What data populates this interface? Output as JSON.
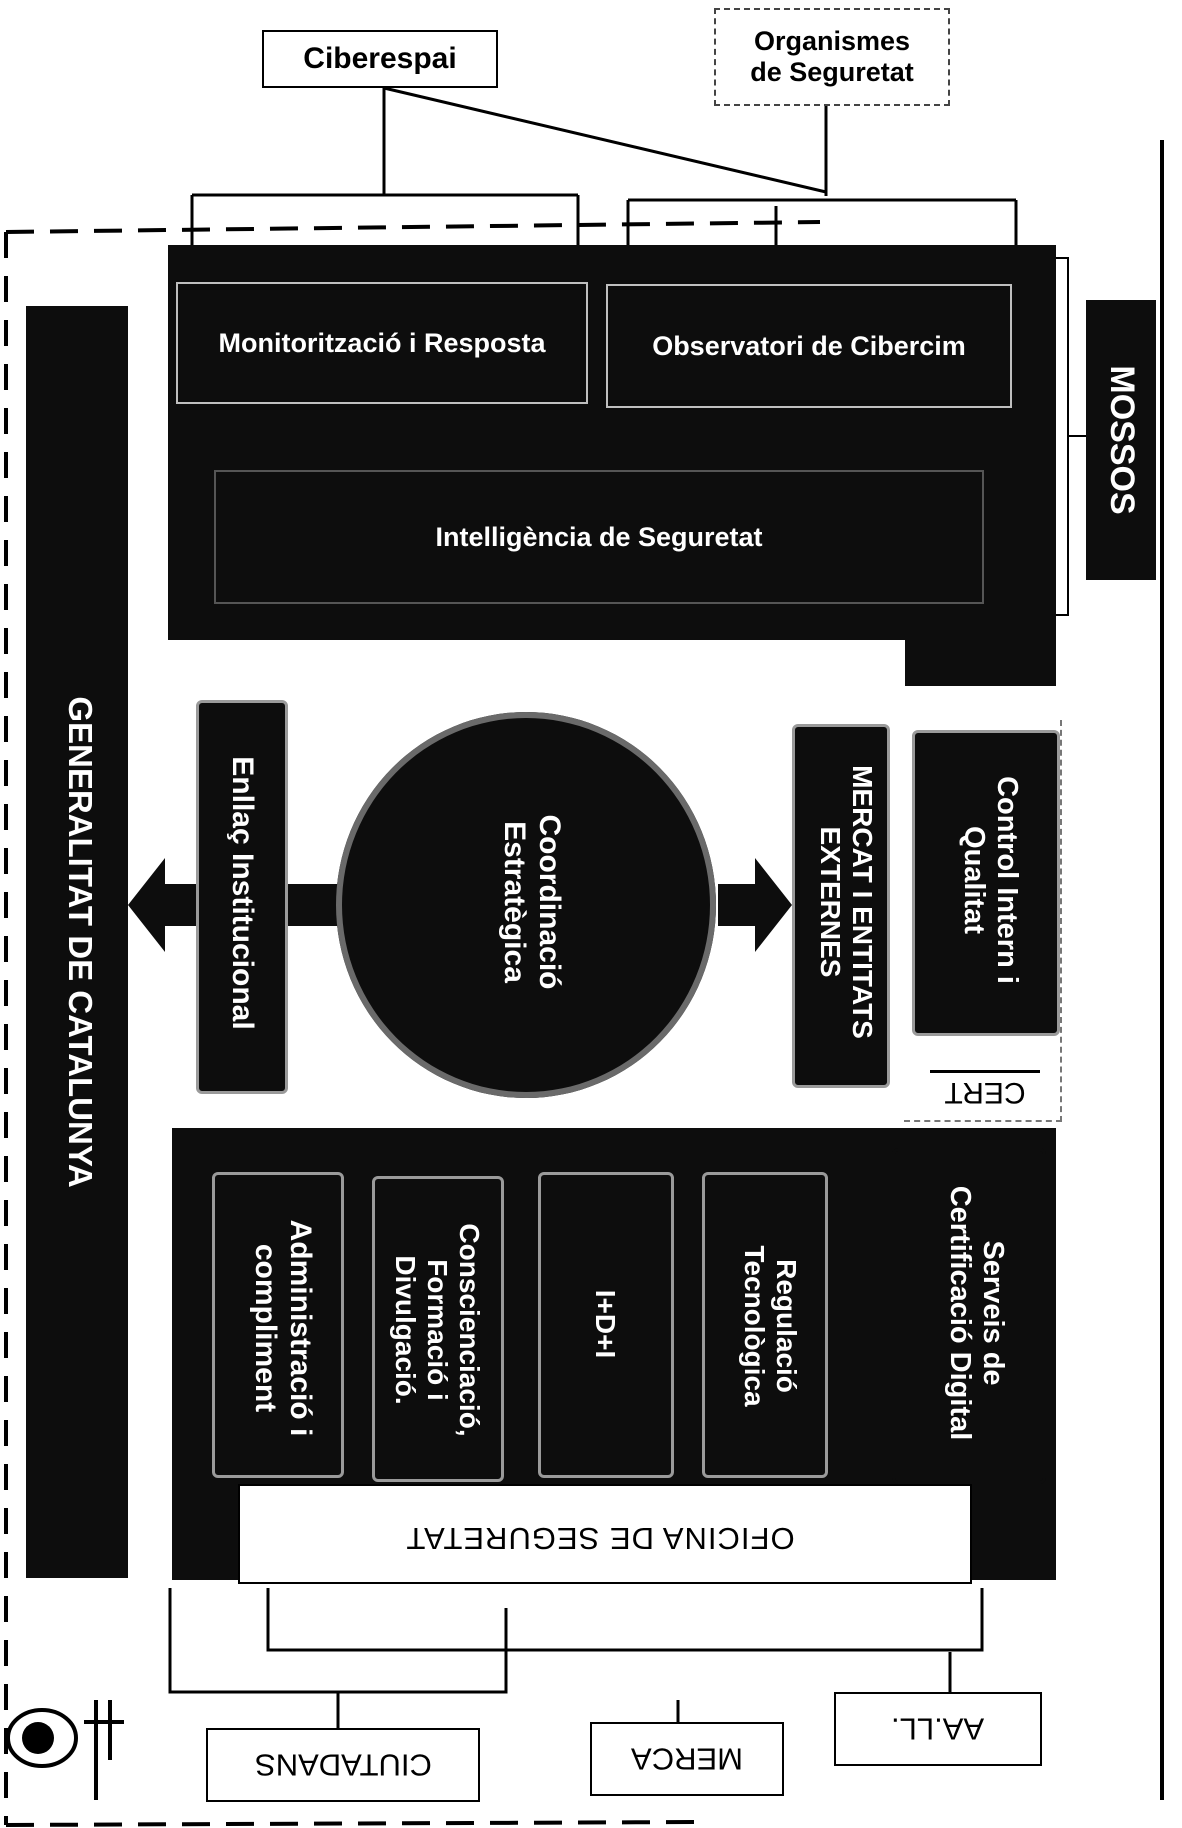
{
  "top": {
    "ciberespai": "Ciberespai",
    "organismes_line1": "Organismes",
    "organismes_line2": "de Seguretat"
  },
  "mossos": {
    "monitoritzacio": "Monitorització i Resposta",
    "observatori": "Observatori de Cibercim",
    "intelligencia": "Intelligència de Seguretat",
    "label": "MOSSOS"
  },
  "generalitat": "GENERALITAT DE CATALUNYA",
  "middle": {
    "enllac": "Enllaç Institucional",
    "coordinacio_line1": "Coordinació",
    "coordinacio_line2": "Estratègica",
    "mercat_line1": "MERCAT I ENTITATS",
    "mercat_line2": "EXTERNES",
    "control_line1": "Control Intern i",
    "control_line2": "Qualitat",
    "cert": "CERT"
  },
  "oficina": {
    "units": [
      {
        "line1": "Serveis de",
        "line2": "Certificació Digital",
        "line3": ""
      },
      {
        "line1": "Regulació",
        "line2": "Tecnològica",
        "line3": ""
      },
      {
        "line1": "I+D+I",
        "line2": "",
        "line3": ""
      },
      {
        "line1": "Conscienciació,",
        "line2": "Formació i",
        "line3": "Divulgació."
      },
      {
        "line1": "Administració i",
        "line2": "compliment",
        "line3": ""
      }
    ],
    "label": "OFICINA DE SEGURETAT"
  },
  "bottom": {
    "ciutadans": "CIUTADANS",
    "merca": "MERCA",
    "aall": "AA.LL."
  },
  "colors": {
    "block": "#0d0d0d",
    "border": "#000000",
    "inner_border": "#bfbfbf"
  }
}
